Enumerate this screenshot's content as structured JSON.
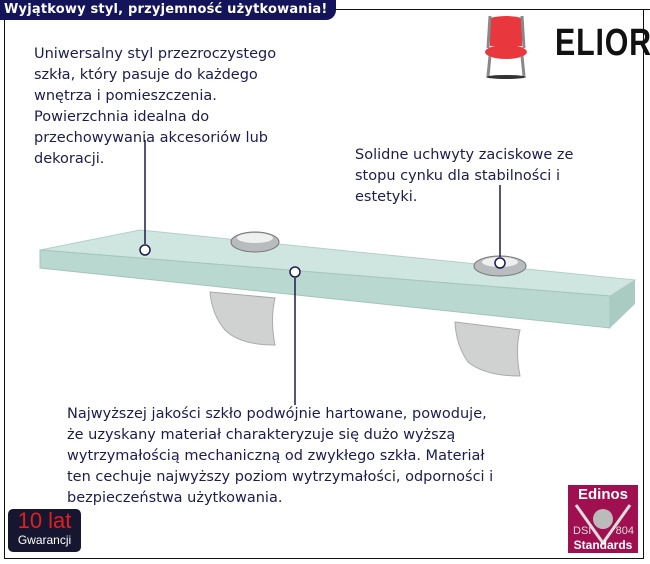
{
  "header": {
    "title": "Wyjątkowy styl, przyjemność użytkowania!"
  },
  "logo": {
    "brand": "ELIOR"
  },
  "features": {
    "glass_style": "Uniwersalny styl przezroczystego\nszkła, który pasuje do każdego\nwnętrza i pomieszczenia.\nPowierzchnia idealna do\nprzechowywania akcesoriów lub\ndekoracji.",
    "clamps": "Solidne uchwyty zaciskowe ze\nstopu cynku dla stabilności i\nestetyki.",
    "tempered": "Najwyższej jakości szkło podwójnie hartowane, powoduje,\nże uzyskany materiał charakteryzuje się dużo wyższą\nwytrzymałością mechaniczną od zwykłego szkła. Materiał\nten cechuje najwyższy poziom wytrzymałości, odporności i\nbezpieczeństwa użytkowania."
  },
  "badges": {
    "warranty_years": "10 lat",
    "warranty_label": "Gwarancji",
    "edinos_top": "Edinos",
    "edinos_left": "DSI",
    "edinos_right": "804",
    "edinos_bottom": "Standards"
  },
  "colors": {
    "title_bg": "#14145a",
    "text": "#1c1c50",
    "edinos_bg": "#a01050"
  }
}
